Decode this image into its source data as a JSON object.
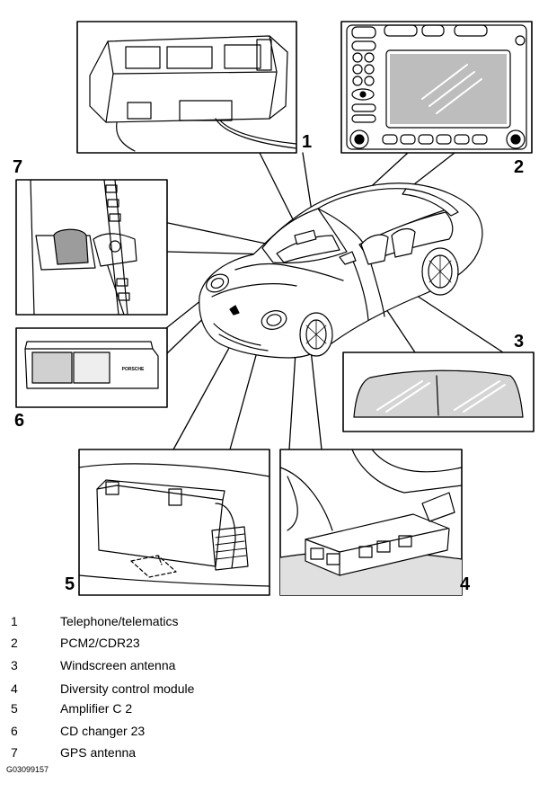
{
  "callouts": [
    "1",
    "2",
    "3",
    "4",
    "5",
    "6",
    "7"
  ],
  "legend": [
    {
      "num": "1",
      "label": "Telephone/telematics"
    },
    {
      "num": "2",
      "label": "PCM2/CDR23"
    },
    {
      "num": "3",
      "label": "Windscreen antenna"
    },
    {
      "num": "4",
      "label": "Diversity control module"
    },
    {
      "num": "5",
      "label": "Amplifier C 2"
    },
    {
      "num": "6",
      "label": "CD changer 23"
    },
    {
      "num": "7",
      "label": "GPS antenna"
    }
  ],
  "figure_code": "G03099157",
  "cd_changer_brand": "PORSCHE"
}
